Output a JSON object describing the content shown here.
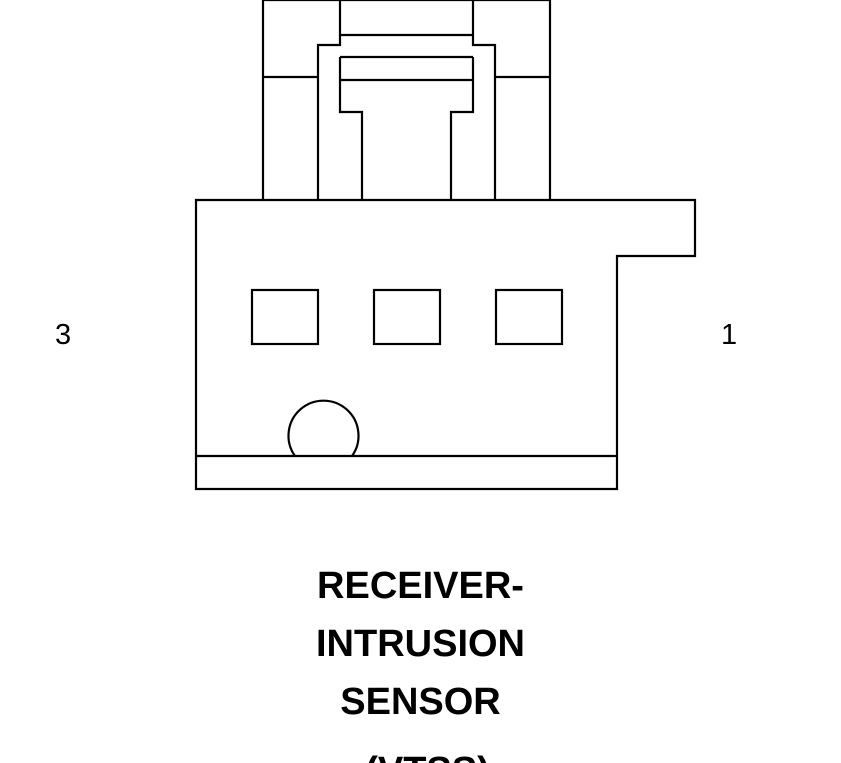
{
  "diagram": {
    "pin_labels": {
      "left": "3",
      "right": "1"
    },
    "caption": {
      "line1": "RECEIVER-",
      "line2": "INTRUSION",
      "line3": "SENSOR",
      "line4": "(VTSS)"
    },
    "colors": {
      "stroke": "#000000",
      "background": "#ffffff"
    }
  }
}
